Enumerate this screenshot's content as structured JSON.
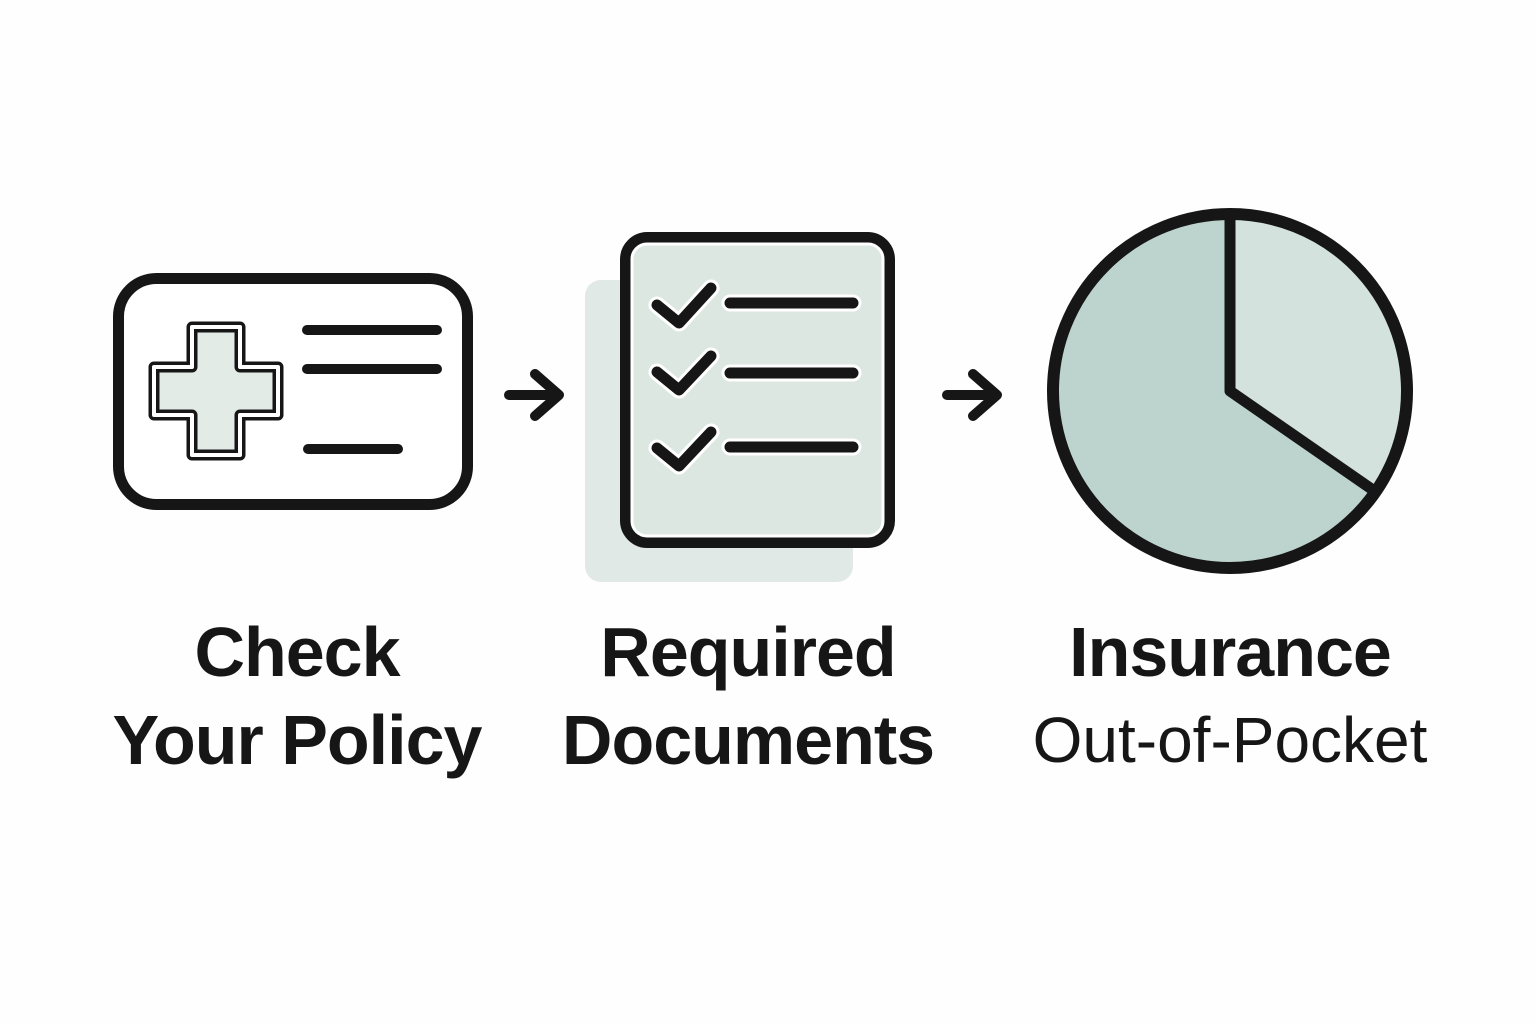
{
  "colors": {
    "background": "#fefefe",
    "ink": "#161616",
    "card_fill": "#ffffff",
    "cross_fill": "#e3ebe7",
    "document_fill": "#dde7e2",
    "document_shadow_fill": "#e0e9e5",
    "pie_main_fill": "#bdd4ce",
    "pie_slice_fill": "#d3e2dc"
  },
  "steps": [
    {
      "icon": "insurance-card-icon",
      "lines": [
        "Check",
        "Your Policy"
      ]
    },
    {
      "icon": "checklist-document-icon",
      "lines": [
        "Required",
        "Documents"
      ]
    },
    {
      "icon": "pie-chart-icon",
      "lines": [
        "Insurance",
        "Out-of-Pocket"
      ]
    }
  ],
  "arrows": [
    {
      "icon": "arrow-right-icon"
    },
    {
      "icon": "arrow-right-icon"
    }
  ],
  "pie": {
    "slice_fraction_clockwise_from_top": 0.35
  }
}
